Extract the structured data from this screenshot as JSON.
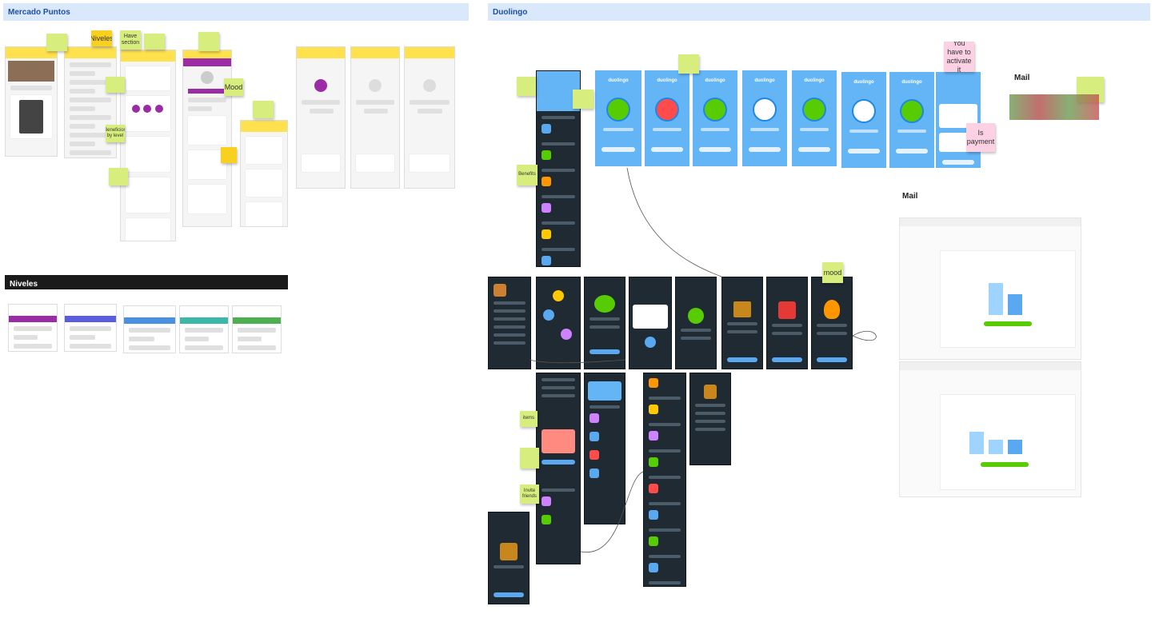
{
  "sections": {
    "mercado": "Mercado Puntos",
    "duolingo": "Duolingo",
    "niveles": "Niveles"
  },
  "labels": {
    "mail_1": "Mail",
    "mail_2": "Mail"
  },
  "stickies": {
    "niveles": "Niveles",
    "have_section": "Have section",
    "mood_mp": "Mood",
    "beneficios_level": "Beneficios by level",
    "mood_duo": "mood",
    "you_have_to_activate": "You have to activate it",
    "is_payment": "Is payment",
    "invite_friends": "Invite friends",
    "benefits": "Benefits",
    "items": "items"
  },
  "colors": {
    "section_bg": "#d9e9fb",
    "section_text": "#1f4fa3",
    "sticky_green": "#d7ee7e",
    "sticky_yellow": "#f8d120",
    "sticky_pink": "#fbd1e3",
    "mercado_yellow": "#ffe14d",
    "mercado_purple": "#9b2ca6",
    "duo_blue": "#64b5f6",
    "duo_dark": "#1f2a33"
  }
}
